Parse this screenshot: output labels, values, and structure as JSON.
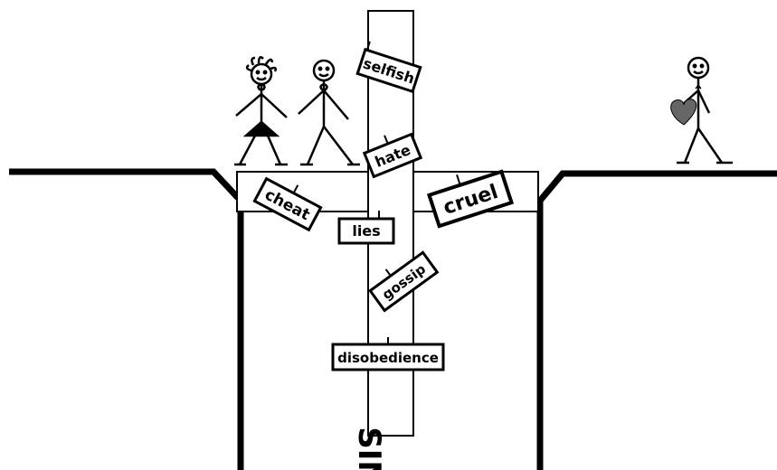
{
  "signs": {
    "selfish": "selfish",
    "hate": "hate",
    "cheat": "cheat",
    "cruel": "cruel",
    "lies": "lies",
    "gossip": "gossip",
    "disobedience": "disobedience"
  },
  "bottom_word": "SIN",
  "colors": {
    "ink": "#000000",
    "heart": "#666666",
    "background": "#ffffff"
  },
  "icons": {
    "heart": "heart-icon",
    "person": "stick-figure-icon"
  }
}
